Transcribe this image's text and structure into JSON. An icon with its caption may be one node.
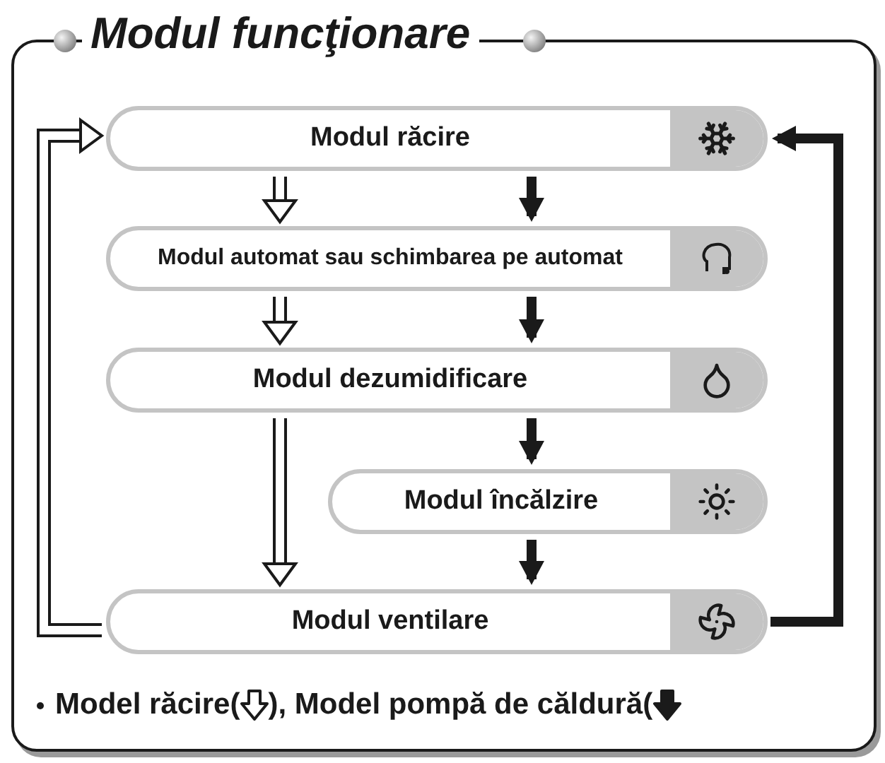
{
  "diagram": {
    "title": "Modul funcţionare",
    "nodes": [
      {
        "text": [
          "Modul răcire"
        ]
      },
      {
        "text": [
          "Modul automat sau schimbarea pe automat"
        ]
      },
      {
        "text": [
          "Modul dezumidificare"
        ]
      },
      {
        "text": [
          "Modul încălzire"
        ]
      },
      {
        "text": [
          "Modul ventilare"
        ]
      }
    ],
    "edges": [
      {
        "from": 0,
        "to": 1,
        "arrow": "to",
        "color": "#ffffff"
      },
      {
        "from": 0,
        "to": 1,
        "arrow": "to"
      },
      {
        "from": 1,
        "to": 2,
        "arrow": "to",
        "color": "#ffffff"
      },
      {
        "from": 1,
        "to": 2,
        "arrow": "to"
      },
      {
        "from": 2,
        "to": 4,
        "arrow": "to",
        "color": "#ffffff"
      },
      {
        "from": 2,
        "to": 3,
        "arrow": "to"
      },
      {
        "from": 3,
        "to": 4,
        "arrow": "to"
      },
      {
        "from": 4,
        "to": 0,
        "arrow": "to",
        "color": "#ffffff"
      },
      {
        "from": 4,
        "to": 0,
        "arrow": "to"
      }
    ],
    "legend": [
      {
        "text": "Model răcire("
      },
      {
        "text": "), Model pompă de căldură("
      }
    ]
  }
}
